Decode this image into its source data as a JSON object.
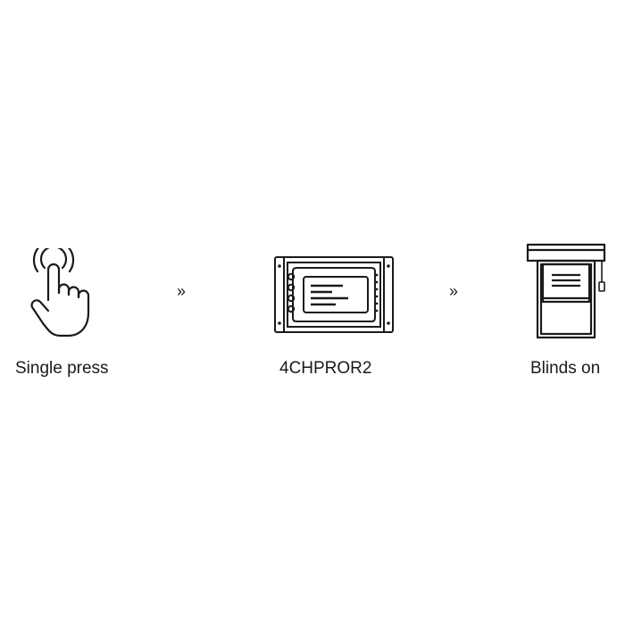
{
  "steps": [
    {
      "label": "Single press",
      "icon": "hand-tap-icon"
    },
    {
      "label": "4CHPROR2",
      "icon": "relay-module-icon"
    },
    {
      "label": "Blinds on",
      "icon": "window-blinds-icon"
    }
  ],
  "arrows": [
    {
      "glyph": "››",
      "icon": "double-chevron-right-icon"
    },
    {
      "glyph": "››",
      "icon": "double-chevron-right-icon"
    }
  ],
  "colors": {
    "stroke": "#1a1a1a",
    "background": "#ffffff"
  }
}
